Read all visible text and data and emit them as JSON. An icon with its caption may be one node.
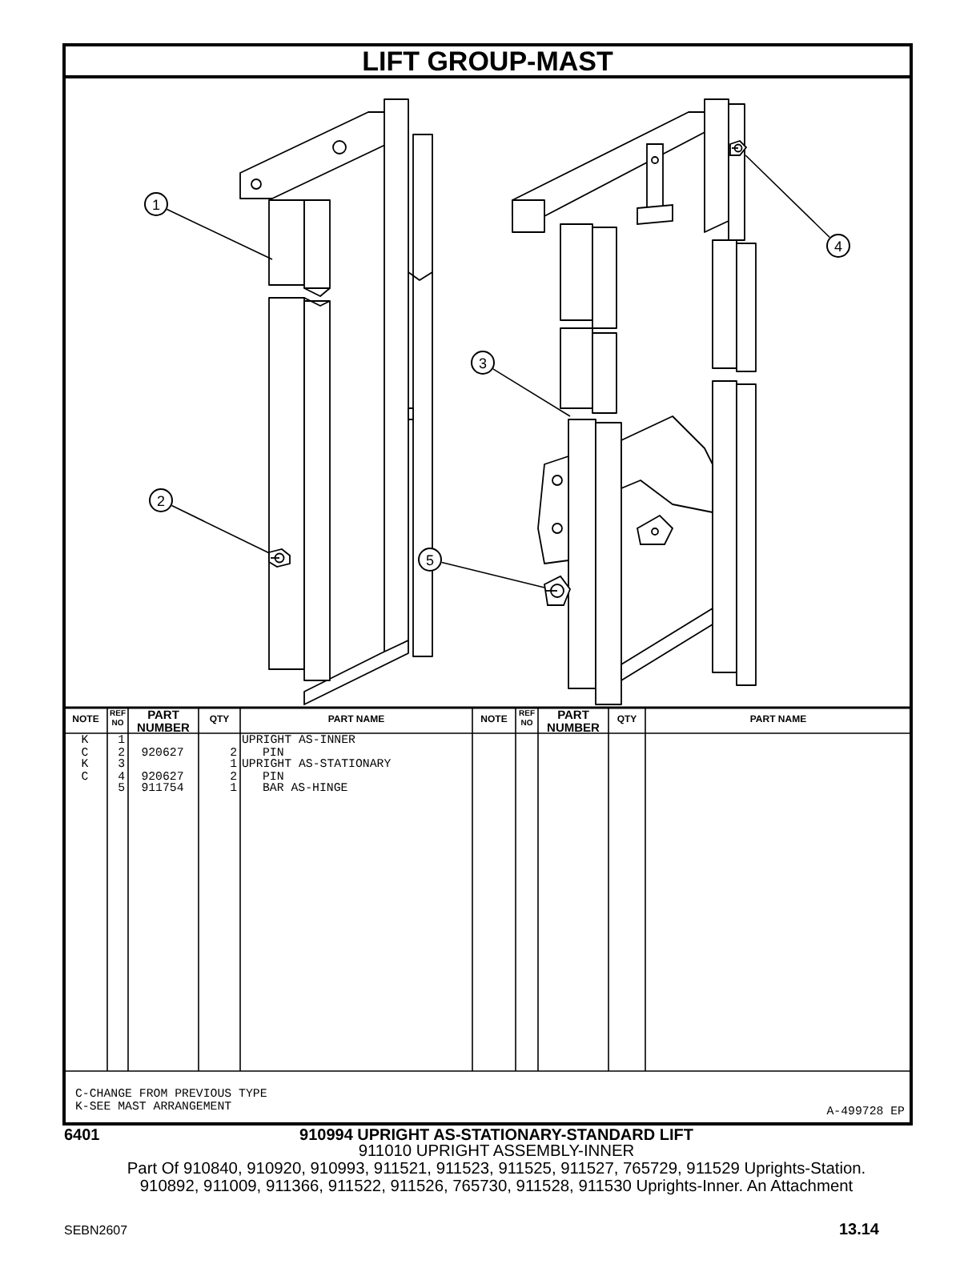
{
  "diagram": {
    "title": "LIFT GROUP-MAST",
    "nodes": [
      {
        "text": [
          "1"
        ]
      },
      {
        "text": [
          "2"
        ]
      },
      {
        "text": [
          "3"
        ]
      },
      {
        "text": [
          "4"
        ]
      },
      {
        "text": [
          "5"
        ]
      },
      {
        "text": [],
        "shape": "picture"
      },
      {
        "text": [],
        "shape": "picture"
      },
      {
        "text": [],
        "shape": "picture"
      }
    ],
    "edges": [
      {
        "from": 0,
        "to": null,
        "arrow": "none"
      },
      {
        "from": 1,
        "to": 5,
        "arrow": "none"
      },
      {
        "from": 2,
        "to": null,
        "arrow": "none"
      },
      {
        "from": 3,
        "to": 6,
        "arrow": "none"
      },
      {
        "from": 4,
        "to": 7,
        "arrow": "none"
      }
    ],
    "labels": [
      "NOTE",
      "REF NO",
      "PART NUMBER",
      "QTY",
      "PART NAME",
      "NOTE",
      "REF NO",
      "PART NUMBER",
      "QTY",
      "PART NAME",
      "K",
      "1",
      "UPRIGHT AS-INNER",
      "C",
      "2",
      "920627",
      "2",
      "PIN",
      "K",
      "3",
      "1",
      "UPRIGHT AS-STATIONARY",
      "C",
      "4",
      "920627",
      "2",
      "PIN",
      "5",
      "911754",
      "1",
      "BAR AS-HINGE",
      "C-CHANGE FROM PREVIOUS TYPE",
      "K-SEE MAST ARRANGEMENT",
      "A-499728 EP",
      "6401",
      "910994 UPRIGHT AS-STATIONARY-STANDARD LIFT",
      "911010 UPRIGHT ASSEMBLY-INNER",
      "Part Of 910840, 910920, 910993, 911521, 911523, 911525, 911527, 765729, 911529 Uprights-Station. 910892, 911009, 911366, 911522, 911526, 765730, 911528, 911530 Uprights-Inner. An Attachment",
      "SEBN2607",
      "13.14"
    ]
  }
}
